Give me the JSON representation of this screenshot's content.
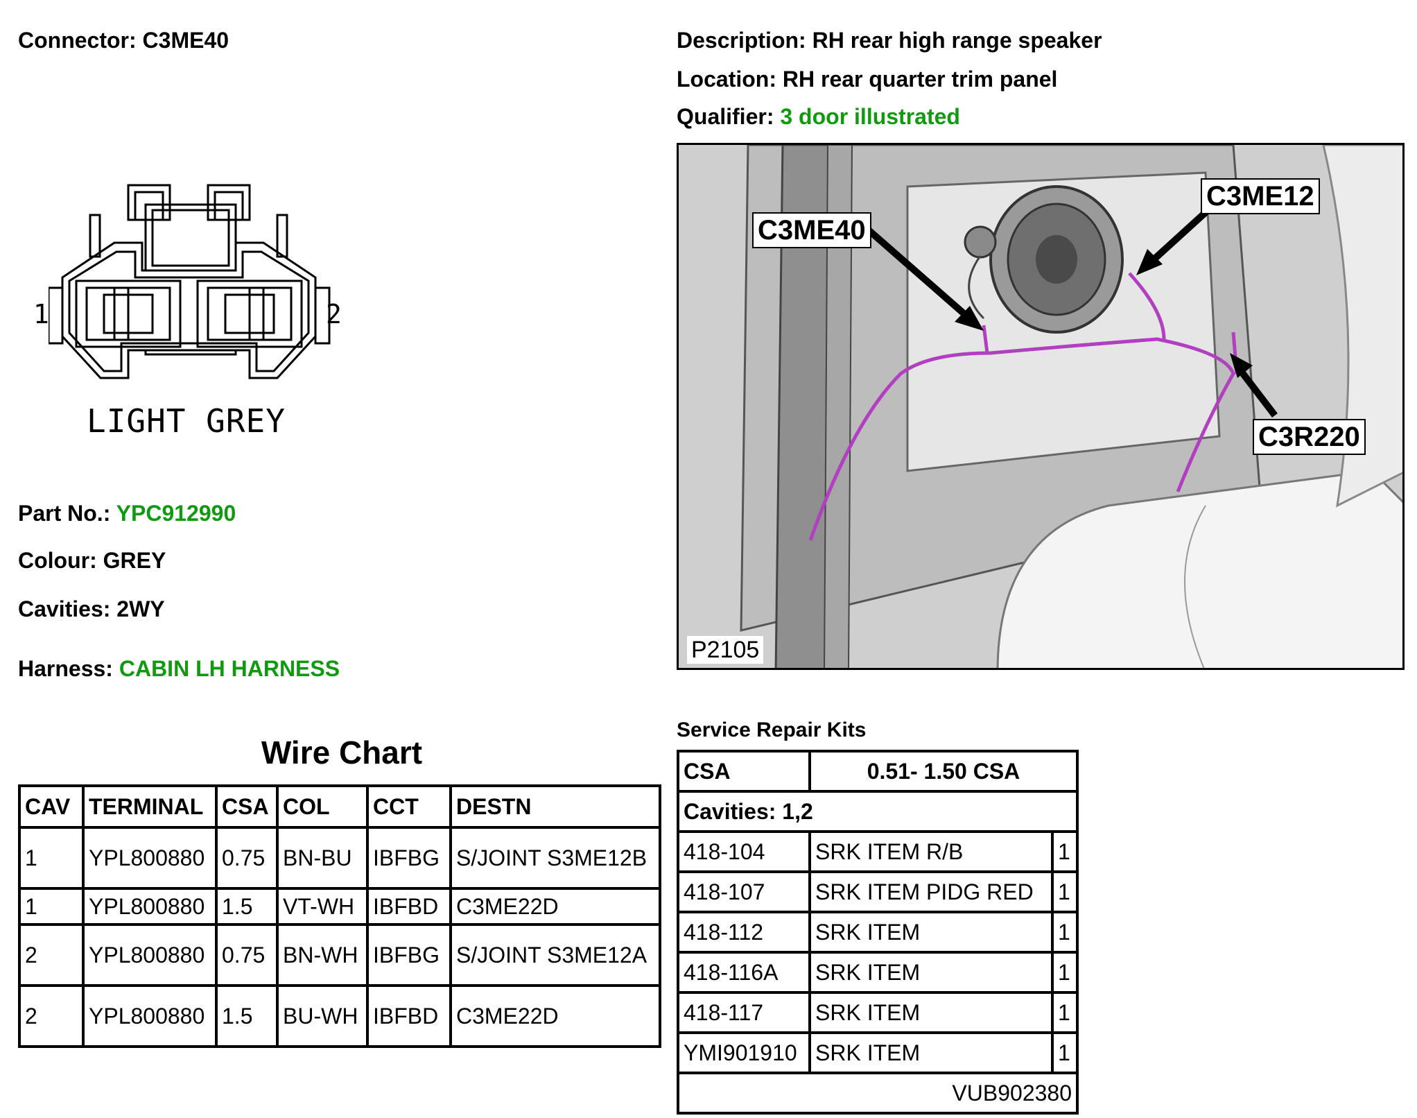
{
  "connector": {
    "label": "Connector:",
    "value": "C3ME40"
  },
  "description": {
    "label": "Description:",
    "value": "RH rear high range speaker"
  },
  "location": {
    "label": "Location:",
    "value": "RH rear quarter trim panel"
  },
  "qualifier": {
    "label": "Qualifier:",
    "value": "3 door illustrated"
  },
  "drawing": {
    "pin1": "1",
    "pin2": "2",
    "color_text": "LIGHT GREY"
  },
  "part_no": {
    "label": "Part No.:",
    "value": "YPC912990"
  },
  "colour": {
    "label": "Colour:",
    "value": "GREY"
  },
  "cavities": {
    "label": "Cavities:",
    "value": "2WY"
  },
  "harness": {
    "label": "Harness:",
    "value": "CABIN LH HARNESS"
  },
  "photo": {
    "callouts": {
      "c3me40": "C3ME40",
      "c3me12": "C3ME12",
      "c3r220": "C3R220"
    },
    "ref": "P2105",
    "wire_color": "#b040c0"
  },
  "wire_chart": {
    "title": "Wire Chart",
    "headers": [
      "CAV",
      "TERMINAL",
      "CSA",
      "COL",
      "CCT",
      "DESTN"
    ],
    "rows": [
      [
        "1",
        "YPL800880",
        "0.75",
        "BN-BU",
        "IBFBG",
        "S/JOINT S3ME12B"
      ],
      [
        "1",
        "YPL800880",
        "1.5",
        "VT-WH",
        "IBFBD",
        "C3ME22D"
      ],
      [
        "2",
        "YPL800880",
        "0.75",
        "BN-WH",
        "IBFBG",
        "S/JOINT S3ME12A"
      ],
      [
        "2",
        "YPL800880",
        "1.5",
        "BU-WH",
        "IBFBD",
        "C3ME22D"
      ]
    ]
  },
  "srk": {
    "title": "Service Repair Kits",
    "csa_label": "CSA",
    "csa_value": "0.51- 1.50 CSA",
    "cavities": "Cavities: 1,2",
    "rows": [
      [
        "418-104",
        "SRK ITEM R/B",
        "1"
      ],
      [
        "418-107",
        "SRK ITEM PIDG RED",
        "1"
      ],
      [
        "418-112",
        "SRK ITEM",
        "1"
      ],
      [
        "418-116A",
        "SRK ITEM",
        "1"
      ],
      [
        "418-117",
        "SRK ITEM",
        "1"
      ],
      [
        "YMI901910",
        "SRK ITEM",
        "1"
      ]
    ],
    "footer": "VUB902380"
  },
  "colors": {
    "accent_green": "#119911"
  }
}
